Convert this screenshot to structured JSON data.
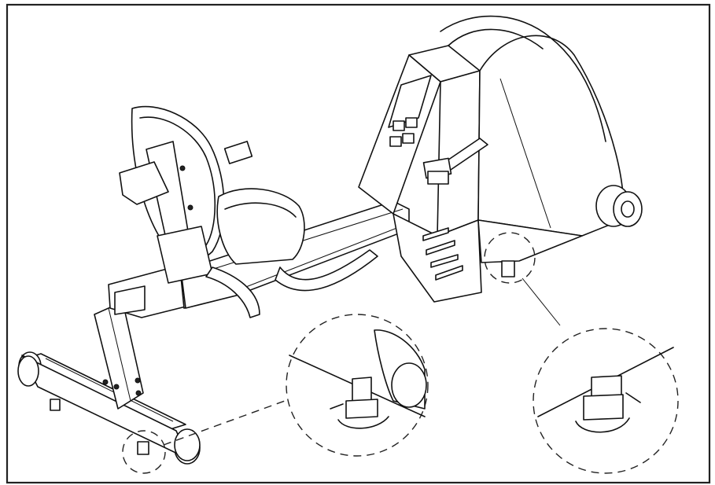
{
  "figure": {
    "subject": "recumbent-bike-leveler-adjustment",
    "details": [
      "front-stabilizer-leveler",
      "rear-stabilizer-leveler"
    ]
  },
  "colors": {
    "line": "#111111",
    "background": "#ffffff",
    "border": "#222222"
  }
}
